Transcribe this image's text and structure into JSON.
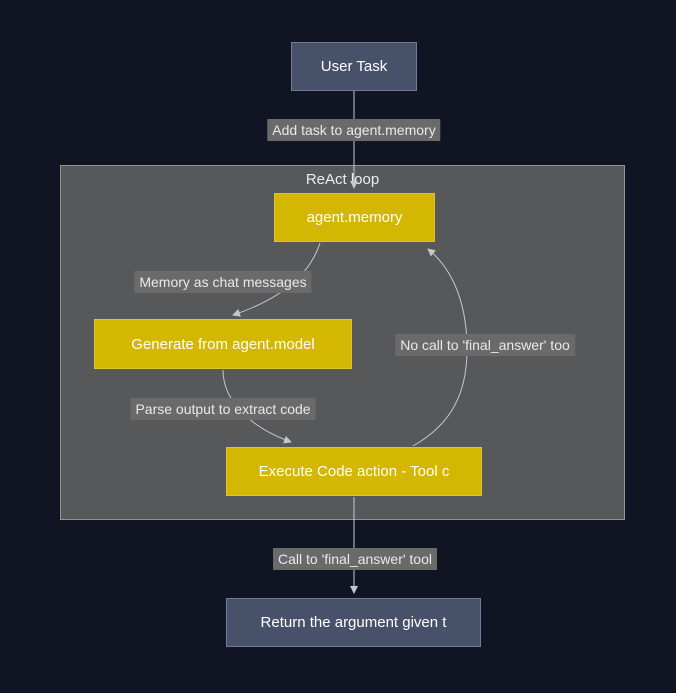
{
  "diagram": {
    "container": {
      "title": "ReAct loop"
    },
    "nodes": {
      "user_task": {
        "label": "User Task"
      },
      "agent_memory": {
        "label": "agent.memory"
      },
      "generate": {
        "label": "Generate from agent.model"
      },
      "execute": {
        "label": "Execute Code action - Tool c"
      },
      "return_answer": {
        "label": "Return the argument given t"
      }
    },
    "edge_labels": {
      "add_task": "Add task to agent.memory",
      "memory_as_chat": "Memory as chat messages",
      "no_final_call": "No call to 'final_answer' too",
      "parse_output": "Parse output to extract code",
      "final_call": "Call to 'final_answer' tool"
    },
    "colors": {
      "page_background": "#101423",
      "slate_node": "#475169",
      "yellow_node": "#d4b702",
      "cluster_background": "#57585a",
      "edge_label_background": "#6a6a6a",
      "arrow": "#c3c7ce",
      "text": "#ffffff"
    }
  }
}
